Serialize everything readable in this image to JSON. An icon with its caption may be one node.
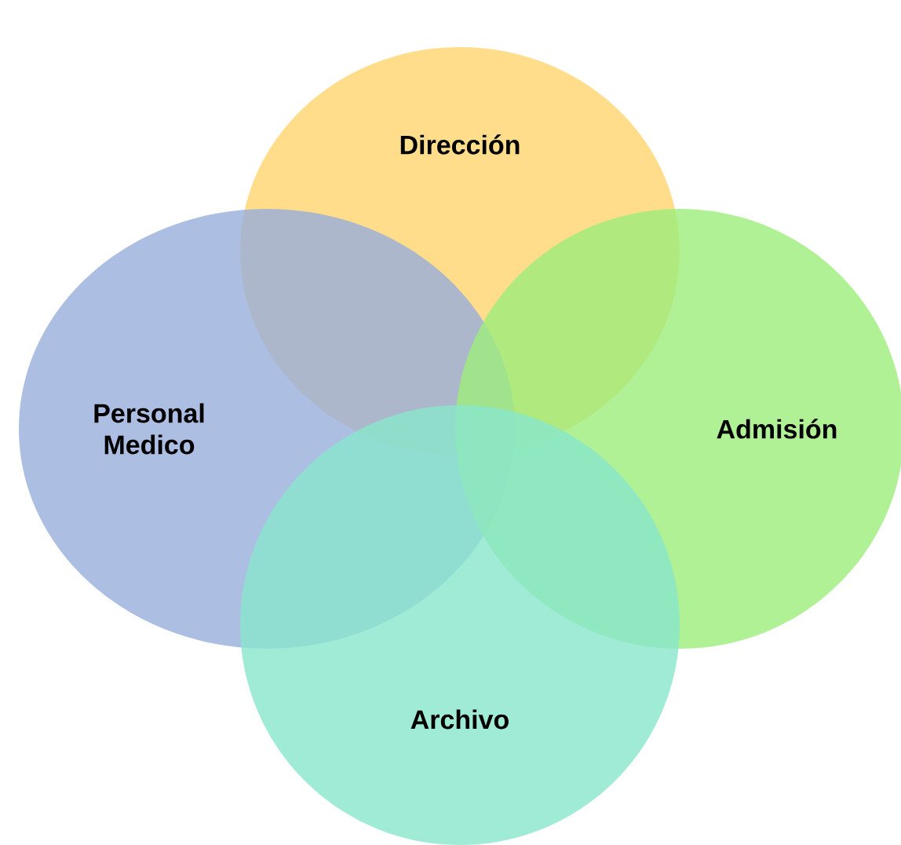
{
  "diagram": {
    "nodes": [
      {
        "text": [
          "Dirección"
        ]
      },
      {
        "text": [
          "Personal Medico"
        ]
      },
      {
        "text": [
          "Admisión"
        ]
      },
      {
        "text": [
          "Archivo"
        ]
      }
    ]
  }
}
